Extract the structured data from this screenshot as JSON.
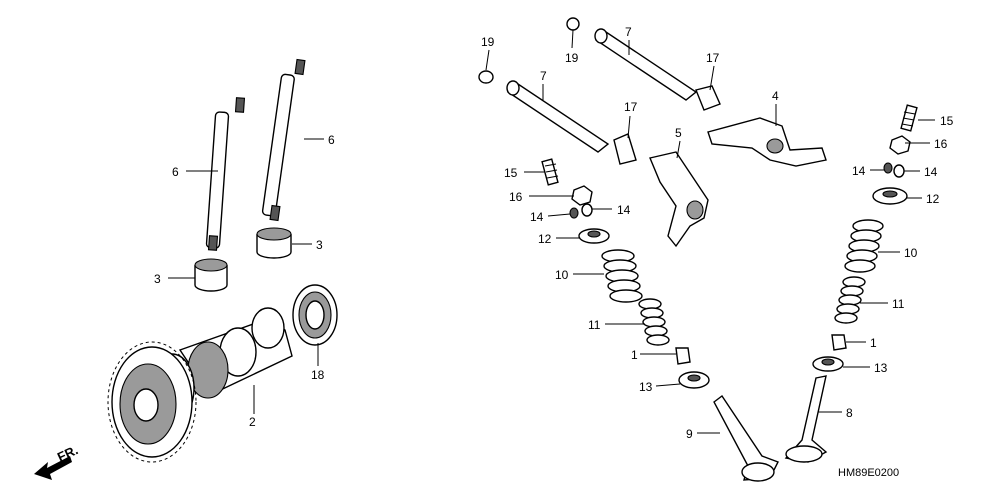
{
  "diagram": {
    "direction_label": "FR.",
    "drawing_code": "HM89E0200",
    "callouts": {
      "c6a": "6",
      "c6b": "6",
      "c3a": "3",
      "c3b": "3",
      "c18": "18",
      "c2": "2",
      "c19a": "19",
      "c19b": "19",
      "c7a": "7",
      "c7b": "7",
      "c17a": "17",
      "c17b": "17",
      "c4": "4",
      "c5": "5",
      "c15a": "15",
      "c16a": "16",
      "c14a": "14",
      "c14b": "14",
      "c12a": "12",
      "c10a": "10",
      "c11a": "11",
      "c1a": "1",
      "c13a": "13",
      "c9": "9",
      "c15b": "15",
      "c16b": "16",
      "c14c": "14",
      "c14d": "14",
      "c12b": "12",
      "c10b": "10",
      "c11b": "11",
      "c1b": "1",
      "c13b": "13",
      "c8": "8"
    }
  }
}
